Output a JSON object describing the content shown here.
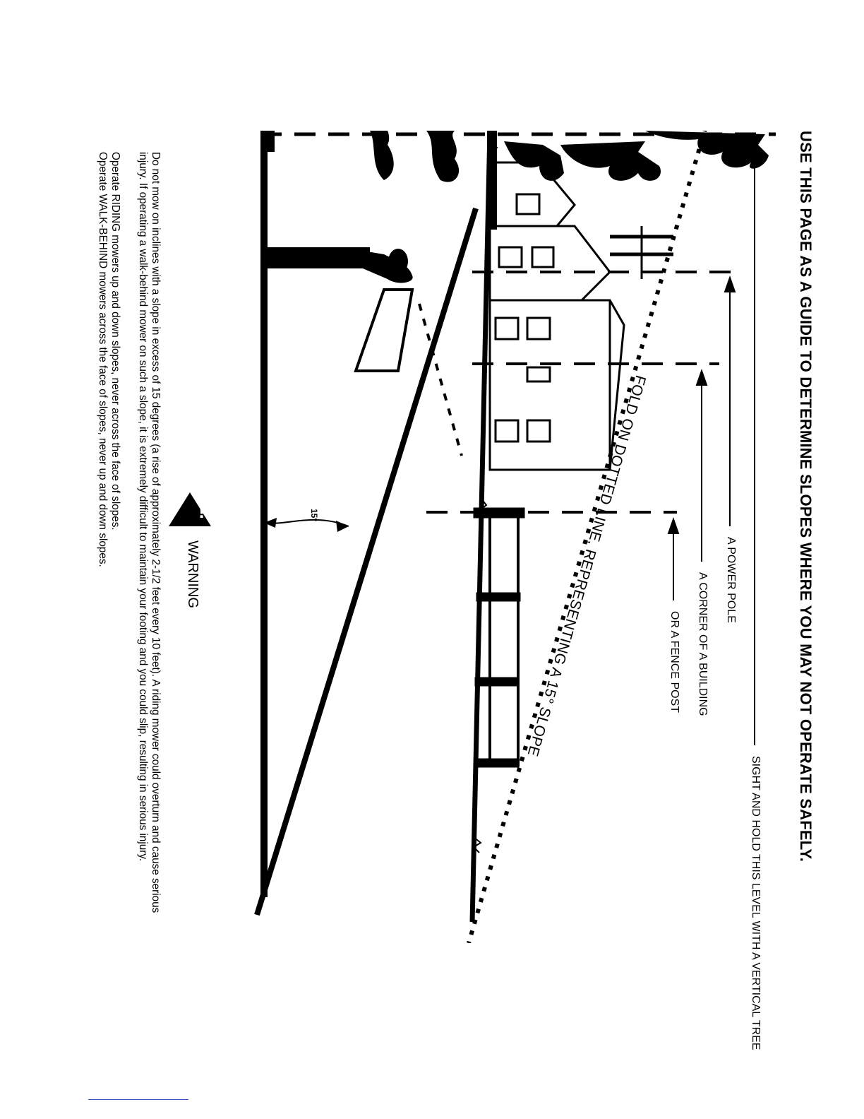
{
  "title": "USE THIS PAGE AS A GUIDE TO DETERMINE SLOPES WHERE YOU MAY NOT OPERATE SAFELY.",
  "labels": {
    "tree": "SIGHT AND HOLD THIS LEVEL WITH A VERTICAL TREE",
    "pole": "A POWER POLE",
    "building": "A CORNER OF A BUILDING",
    "fence": "OR A FENCE POST"
  },
  "fold_text": "FOLD ON DOTTED LINE, REPRESENTING A 15° SLOPE",
  "angle_label": "15°",
  "warning": {
    "label": "WARNING",
    "icon": "warning-triangle-icon"
  },
  "body_text": {
    "paragraph1": "Do not mow on inclines with a slope in excess of 15 degrees (a rise of approximately 2-1/2 feet every 10 feet).  A riding mower could overturn and cause serious injury.  If operating a walk-behind mower on such a slope, it is extremely difficult to maintain your footing and you could slip, resulting in serious injury.",
    "line2": "Operate RIDING mowers up and down slopes, never across the face of slopes.",
    "line3": "Operate WALK-BEHIND mowers across the face of slopes, never up and down slopes."
  },
  "colors": {
    "ink": "#000000",
    "paper": "#ffffff",
    "footer_rule": "#3355cc"
  }
}
